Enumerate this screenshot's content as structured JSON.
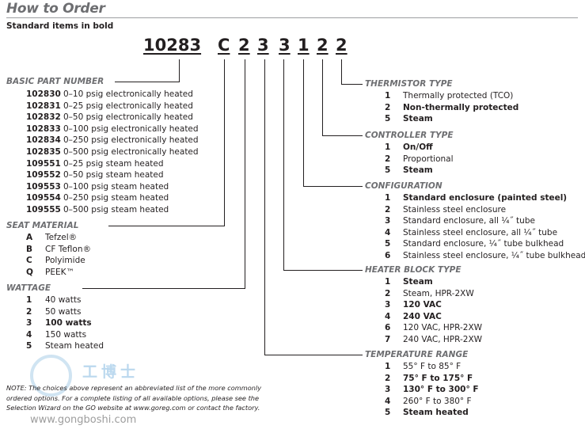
{
  "title": "How to Order",
  "subtitle": "Standard items in bold",
  "code": [
    "10283",
    "C",
    "2",
    "3",
    "3",
    "1",
    "2",
    "2"
  ],
  "sections": {
    "basic": {
      "label": "BASIC PART NUMBER",
      "items": [
        {
          "k": "102830",
          "t": "0–10 psig electronically heated"
        },
        {
          "k": "102831",
          "t": "0–25 psig electronically heated"
        },
        {
          "k": "102832",
          "t": "0–50 psig electronically heated"
        },
        {
          "k": "102833",
          "t": "0–100 psig electronically heated"
        },
        {
          "k": "102834",
          "t": "0–250 psig electronically heated"
        },
        {
          "k": "102835",
          "t": "0–500 psig electronically heated"
        },
        {
          "k": "109551",
          "t": "0–25 psig steam heated"
        },
        {
          "k": "109552",
          "t": "0–50 psig steam heated"
        },
        {
          "k": "109553",
          "t": "0–100 psig steam heated"
        },
        {
          "k": "109554",
          "t": "0–250 psig steam heated"
        },
        {
          "k": "109555",
          "t": "0–500 psig steam heated"
        }
      ]
    },
    "seat": {
      "label": "SEAT MATERIAL",
      "items": [
        {
          "k": "A",
          "t": "Tefzel®"
        },
        {
          "k": "B",
          "t": "CF Teflon®"
        },
        {
          "k": "C",
          "t": "Polyimide"
        },
        {
          "k": "Q",
          "t": "PEEK™"
        }
      ]
    },
    "wattage": {
      "label": "WATTAGE",
      "items": [
        {
          "k": "1",
          "t": "40 watts"
        },
        {
          "k": "2",
          "t": "50 watts"
        },
        {
          "k": "3",
          "t": "100 watts",
          "b": true
        },
        {
          "k": "4",
          "t": "150 watts"
        },
        {
          "k": "5",
          "t": "Steam heated"
        }
      ]
    },
    "thermistor": {
      "label": "THERMISTOR TYPE",
      "items": [
        {
          "k": "1",
          "t": "Thermally protected (TCO)"
        },
        {
          "k": "2",
          "t": "Non-thermally protected",
          "b": true
        },
        {
          "k": "5",
          "t": "Steam",
          "b": true
        }
      ]
    },
    "controller": {
      "label": "CONTROLLER TYPE",
      "items": [
        {
          "k": "1",
          "t": "On/Off",
          "b": true
        },
        {
          "k": "2",
          "t": "Proportional"
        },
        {
          "k": "5",
          "t": "Steam",
          "b": true
        }
      ]
    },
    "config": {
      "label": "CONFIGURATION",
      "items": [
        {
          "k": "1",
          "t": "Standard enclosure (painted steel)",
          "b": true
        },
        {
          "k": "2",
          "t": "Stainless steel enclosure"
        },
        {
          "k": "3",
          "t": "Standard enclosure, all ¼˝ tube"
        },
        {
          "k": "4",
          "t": "Stainless steel enclosure, all ¼˝ tube"
        },
        {
          "k": "5",
          "t": "Standard enclosure, ¼˝ tube bulkhead"
        },
        {
          "k": "6",
          "t": "Stainless steel enclosure, ¼˝ tube bulkhead"
        }
      ]
    },
    "heater": {
      "label": "HEATER BLOCK TYPE",
      "items": [
        {
          "k": "1",
          "t": "Steam",
          "b": true
        },
        {
          "k": "2",
          "t": "Steam, HPR-2XW"
        },
        {
          "k": "3",
          "t": "120 VAC",
          "b": true
        },
        {
          "k": "4",
          "t": "240 VAC",
          "b": true
        },
        {
          "k": "6",
          "t": "120 VAC, HPR-2XW"
        },
        {
          "k": "7",
          "t": "240 VAC, HPR-2XW"
        }
      ]
    },
    "temp": {
      "label": "TEMPERATURE RANGE",
      "items": [
        {
          "k": "1",
          "t": "55° F to 85° F"
        },
        {
          "k": "2",
          "t": "75° F to 175° F",
          "b": true
        },
        {
          "k": "3",
          "t": "130° F to 300° F",
          "b": true
        },
        {
          "k": "4",
          "t": "260° F to 380° F"
        },
        {
          "k": "5",
          "t": "Steam heated",
          "b": true
        }
      ]
    }
  },
  "note": "NOTE: The choices above represent an abbreviated list of the more commonly ordered options. For a complete listing of all available options, please see the Selection Wizard on the GO website at www.goreg.com or contact the factory.",
  "watermark": {
    "cn": "工博士",
    "url": "www.gongboshi.com"
  }
}
